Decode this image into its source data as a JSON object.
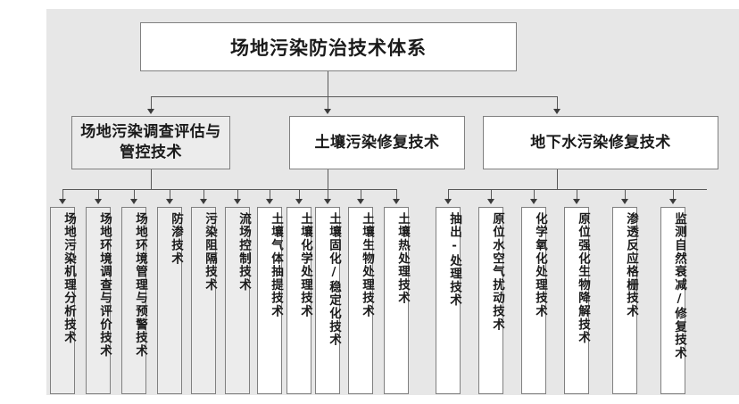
{
  "diagram": {
    "root": {
      "label": "场地污染防治技术体系"
    },
    "branches": [
      {
        "id": "survey",
        "label": "场地污染调查评估与管控技术",
        "shaded": true,
        "leaves": [
          {
            "label": "场地污染机理分析技术"
          },
          {
            "label": "场地环境调查与评价技术"
          },
          {
            "label": "场地环境管理与预警技术"
          },
          {
            "label": "防渗技术"
          },
          {
            "label": "污染阻隔技术"
          },
          {
            "label": "流场控制技术"
          }
        ]
      },
      {
        "id": "soil",
        "label": "土壤污染修复技术",
        "shaded": false,
        "leaves": [
          {
            "label": "土壤气体抽提技术"
          },
          {
            "label": "土壤化学处理技术"
          },
          {
            "label": "土壤固化/稳定化技术"
          },
          {
            "label": "土壤生物处理技术"
          },
          {
            "label": "土壤热处理技术"
          }
        ]
      },
      {
        "id": "groundwater",
        "label": "地下水污染修复技术",
        "shaded": false,
        "leaves": [
          {
            "label": "抽出-处理技术"
          },
          {
            "label": "原位水空气扰动技术"
          },
          {
            "label": "化学氧化处理技术"
          },
          {
            "label": "原位强化生物降解技术"
          },
          {
            "label": "渗透反应格栅技术"
          },
          {
            "label": "监测自然衰减/修复技术"
          }
        ]
      }
    ],
    "colors": {
      "background": "#e7e7e7",
      "box_border": "#808080",
      "box_fill": "#ffffff",
      "box_fill_shaded": "#ececec",
      "connector": "#595959",
      "text": "#1a1a1a"
    }
  }
}
